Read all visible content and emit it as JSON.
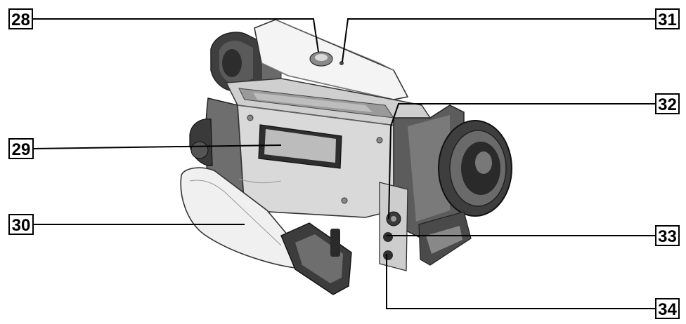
{
  "callouts": {
    "c28": "28",
    "c29": "29",
    "c30": "30",
    "c31": "31",
    "c32": "32",
    "c33": "33",
    "c34": "34"
  },
  "colors": {
    "body_dark": "#4a4a4a",
    "body_mid": "#7a7a7a",
    "body_light": "#b8b8b8",
    "panel_light": "#d6d6d6",
    "strap": "#e8e8e8",
    "leader": "#000000"
  },
  "icons": [
    "camcorder-illustration",
    "lens",
    "viewfinder",
    "cassette-lid",
    "grip-strap"
  ]
}
